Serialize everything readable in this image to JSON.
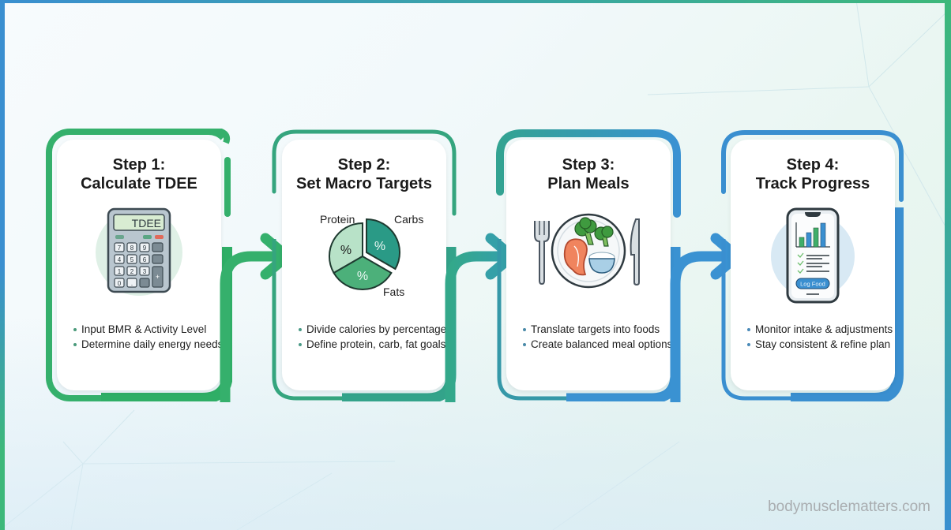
{
  "diagram": {
    "steps": [
      {
        "step_label": "Step 1:",
        "title": "Calculate TDEE",
        "icon": "calculator-icon",
        "icon_text": "TDEE",
        "bullets": [
          "Input BMR & Activity Level",
          "Determine daily energy needs"
        ],
        "color": "#35b06c"
      },
      {
        "step_label": "Step 2:",
        "title": "Set Macro Targets",
        "icon": "pie-chart-icon",
        "pie_labels": {
          "protein": "Protein",
          "carbs": "Carbs",
          "fats": "Fats"
        },
        "pie_slice_text": "%",
        "bullets": [
          "Divide calories by percentage",
          "Define protein, carb, fat goals"
        ],
        "color": "#33a88a"
      },
      {
        "step_label": "Step 3:",
        "title": "Plan Meals",
        "icon": "meal-plate-icon",
        "bullets": [
          "Translate targets into foods",
          "Create balanced meal options"
        ],
        "color": "#3a96c4"
      },
      {
        "step_label": "Step 4:",
        "title": "Track Progress",
        "icon": "phone-tracker-icon",
        "icon_button_text": "Log Food",
        "bullets": [
          "Monitor intake & adjustments",
          "Stay consistent & refine plan"
        ],
        "color": "#3a8fd0"
      }
    ],
    "connectors": [
      {
        "color": "#35b06c"
      },
      {
        "color": "#33a392"
      },
      {
        "color": "#3a92d2"
      }
    ]
  },
  "watermark": "bodymusclematters.com"
}
